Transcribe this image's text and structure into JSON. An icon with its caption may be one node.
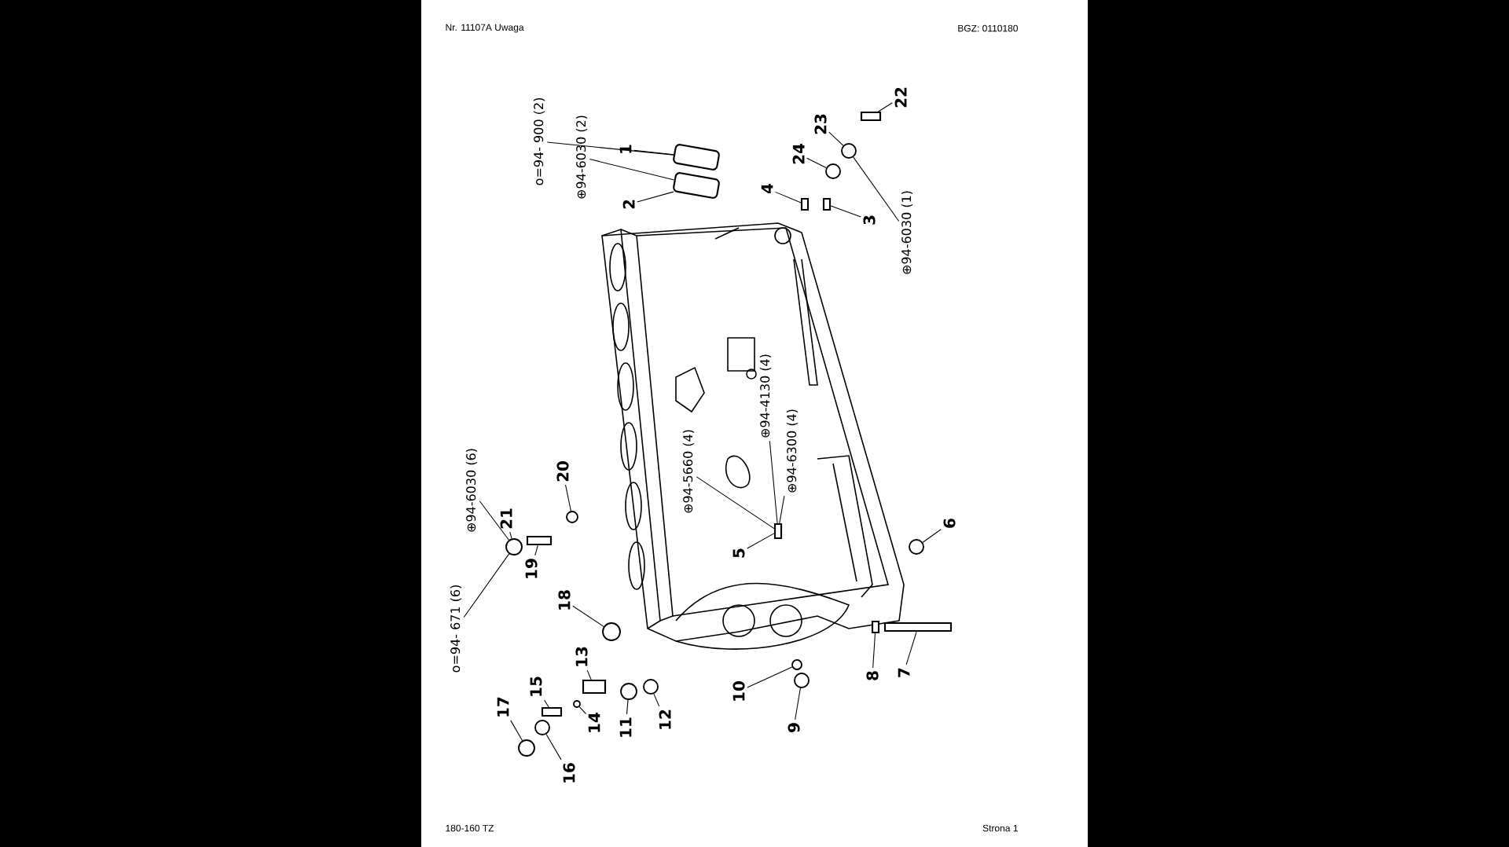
{
  "diagram": {
    "nodes": [
      {
        "text": [
          "1"
        ]
      },
      {
        "text": [
          "2"
        ]
      },
      {
        "text": [
          "3"
        ]
      },
      {
        "text": [
          "4"
        ]
      },
      {
        "text": [
          "5"
        ]
      },
      {
        "text": [
          "6"
        ]
      },
      {
        "text": [
          "7"
        ]
      },
      {
        "text": [
          "8"
        ]
      },
      {
        "text": [
          "9"
        ]
      },
      {
        "text": [
          "10"
        ]
      },
      {
        "text": [
          "11"
        ]
      },
      {
        "text": [
          "12"
        ]
      },
      {
        "text": [
          "13"
        ]
      },
      {
        "text": [
          "14"
        ]
      },
      {
        "text": [
          "15"
        ]
      },
      {
        "text": [
          "16"
        ]
      },
      {
        "text": [
          "17"
        ]
      },
      {
        "text": [
          "18"
        ]
      },
      {
        "text": [
          "19"
        ]
      },
      {
        "text": [
          "20"
        ]
      },
      {
        "text": [
          "21"
        ]
      },
      {
        "text": [
          "22"
        ]
      },
      {
        "text": [
          "23"
        ]
      },
      {
        "text": [
          "24"
        ]
      },
      {
        "text": [],
        "shape": "box"
      },
      {
        "text": [],
        "shape": "box"
      },
      {
        "text": [],
        "shape": "bar"
      },
      {
        "text": [],
        "shape": "bar"
      },
      {
        "text": [],
        "shape": "bar"
      },
      {
        "text": [],
        "shape": "circle"
      },
      {
        "text": [],
        "shape": "bar"
      },
      {
        "text": [],
        "shape": "bar"
      },
      {
        "text": [],
        "shape": "circle"
      },
      {
        "text": [],
        "shape": "circle"
      },
      {
        "text": [],
        "shape": "circle"
      },
      {
        "text": [],
        "shape": "circle"
      },
      {
        "text": [],
        "shape": "bar"
      },
      {
        "text": [],
        "shape": "circle"
      },
      {
        "text": [],
        "shape": "bar"
      },
      {
        "text": [],
        "shape": "circle"
      },
      {
        "text": [],
        "shape": "circle"
      },
      {
        "text": [],
        "shape": "circle"
      },
      {
        "text": [],
        "shape": "bar"
      },
      {
        "text": [],
        "shape": "circle"
      },
      {
        "text": [],
        "shape": "circle"
      },
      {
        "text": [],
        "shape": "bar"
      },
      {
        "text": [],
        "shape": "circle"
      },
      {
        "text": [],
        "shape": "circle"
      },
      {
        "text": [
          "o=94- 900 (2)"
        ]
      },
      {
        "text": [
          "⊕94-6030 (2)"
        ]
      },
      {
        "text": [
          "⊕94-6030 (1)"
        ]
      },
      {
        "text": [
          "⊕94-4130 (4)"
        ]
      },
      {
        "text": [
          "⊕94-6300 (4)"
        ]
      },
      {
        "text": [
          "⊕94-5660 (4)"
        ]
      },
      {
        "text": [
          "⊕94-6030 (6)"
        ]
      },
      {
        "text": [
          "o=94- 671 (6)"
        ]
      }
    ],
    "edges": [
      {
        "from": 0,
        "to": 24,
        "arrow": "none"
      },
      {
        "from": 1,
        "to": 25,
        "arrow": "none"
      },
      {
        "from": 2,
        "to": 26,
        "arrow": "none"
      },
      {
        "from": 3,
        "to": 27,
        "arrow": "none"
      },
      {
        "from": 4,
        "to": 28,
        "arrow": "none"
      },
      {
        "from": 5,
        "to": 29,
        "arrow": "none"
      },
      {
        "from": 6,
        "to": 30,
        "arrow": "none"
      },
      {
        "from": 7,
        "to": 31,
        "arrow": "none"
      },
      {
        "from": 8,
        "to": 32,
        "arrow": "none"
      },
      {
        "from": 9,
        "to": 33,
        "arrow": "none"
      },
      {
        "from": 10,
        "to": 34,
        "arrow": "none"
      },
      {
        "from": 11,
        "to": 35,
        "arrow": "none"
      },
      {
        "from": 12,
        "to": 36,
        "arrow": "none"
      },
      {
        "from": 13,
        "to": 37,
        "arrow": "none"
      },
      {
        "from": 14,
        "to": 38,
        "arrow": "none"
      },
      {
        "from": 15,
        "to": 39,
        "arrow": "none"
      },
      {
        "from": 16,
        "to": 40,
        "arrow": "none"
      },
      {
        "from": 17,
        "to": 41,
        "arrow": "none"
      },
      {
        "from": 18,
        "to": 42,
        "arrow": "none"
      },
      {
        "from": 19,
        "to": 43,
        "arrow": "none"
      },
      {
        "from": 20,
        "to": 44,
        "arrow": "none"
      },
      {
        "from": 21,
        "to": 45,
        "arrow": "none"
      },
      {
        "from": 22,
        "to": 46,
        "arrow": "none"
      },
      {
        "from": 23,
        "to": 47,
        "arrow": "none"
      },
      {
        "from": 48,
        "to": 24,
        "arrow": "none"
      },
      {
        "from": 49,
        "to": 25,
        "arrow": "none"
      },
      {
        "from": 50,
        "to": 46,
        "arrow": "none"
      },
      {
        "from": 51,
        "to": 28,
        "arrow": "none"
      },
      {
        "from": 52,
        "to": 28,
        "arrow": "none"
      },
      {
        "from": 53,
        "to": 28,
        "arrow": "none"
      },
      {
        "from": 54,
        "to": 44,
        "arrow": "none"
      },
      {
        "from": 55,
        "to": 44,
        "arrow": "none"
      }
    ],
    "labels": [
      "Nr. 11107A  Uwaga",
      "BGZ: 0110180",
      "180-160 TZ",
      "Strona 1"
    ]
  }
}
